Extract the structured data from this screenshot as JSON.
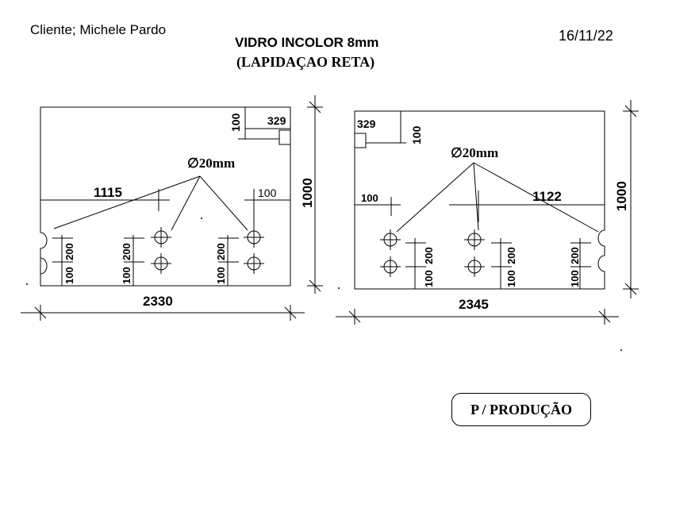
{
  "header": {
    "client": "Cliente; Michele Pardo",
    "date": "16/11/22",
    "title": "VIDRO INCOLOR 8mm",
    "subtitle": "(LAPIDAÇAO RETA)"
  },
  "left_panel": {
    "width": "2330",
    "height": "1000",
    "notch_width": "329",
    "notch_height": "100",
    "hole_callout": "∅20mm",
    "offset_main": "1115",
    "offset_right": "100",
    "edge_100_a": "100",
    "edge_200_a": "200",
    "edge_100_b": "100",
    "edge_200_b": "200",
    "edge_100_c": "100",
    "edge_200_c": "200"
  },
  "right_panel": {
    "width": "2345",
    "height": "1000",
    "notch_width": "329",
    "notch_height": "100",
    "hole_callout": "∅20mm",
    "offset_main": "1122",
    "offset_left": "100",
    "edge_100_a": "100",
    "edge_200_a": "200",
    "edge_100_b": "100",
    "edge_200_b": "200",
    "edge_100_c": "100",
    "edge_200_c": "200"
  },
  "stamp": {
    "label": "P / PRODUÇÃO"
  }
}
